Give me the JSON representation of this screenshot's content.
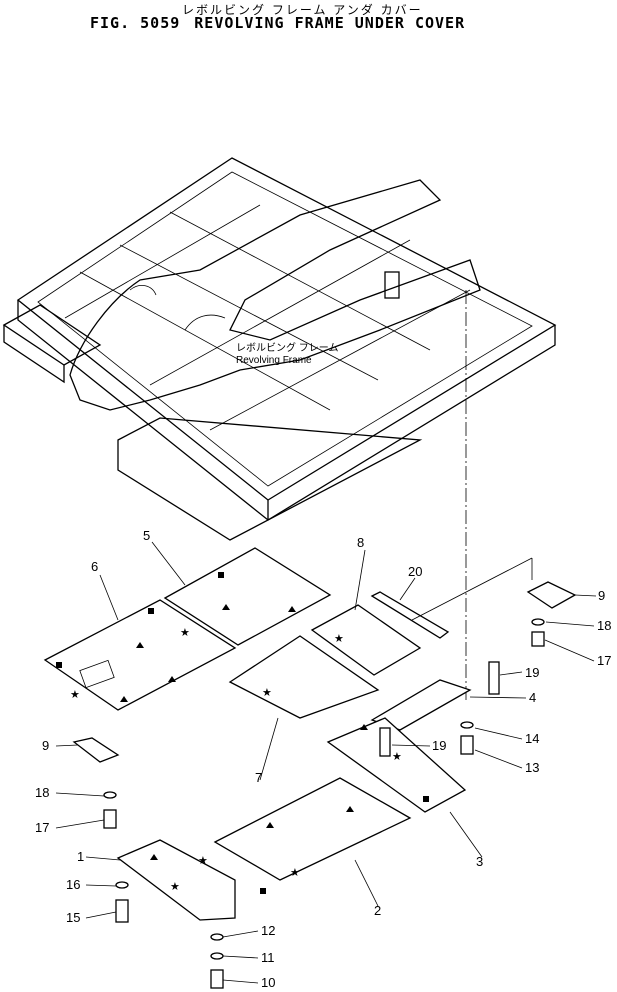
{
  "header": {
    "title_jp": "レボルビング フレーム アンダ カバー",
    "fig_label": "FIG. 5059",
    "title_en": "REVOLVING FRAME UNDER COVER"
  },
  "frame_label": {
    "jp": "レボルビング フレーム",
    "en": "Revolving Frame"
  },
  "parts": {
    "p1": "1",
    "p2": "2",
    "p3": "3",
    "p4": "4",
    "p5": "5",
    "p6": "6",
    "p7": "7",
    "p8": "8",
    "p9a": "9",
    "p9b": "9",
    "p10": "10",
    "p11": "11",
    "p12": "12",
    "p13": "13",
    "p14": "14",
    "p15": "15",
    "p16": "16",
    "p17a": "17",
    "p17b": "17",
    "p18a": "18",
    "p18b": "18",
    "p19a": "19",
    "p19b": "19",
    "p20": "20"
  }
}
